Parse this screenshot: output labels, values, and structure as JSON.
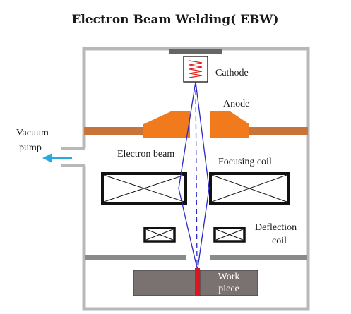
{
  "title": "Electron Beam Welding( EBW)",
  "labels": {
    "cathode": "Cathode",
    "anode": "Anode",
    "vacuum_pump_line1": "Vacuum",
    "vacuum_pump_line2": "pump",
    "electron_beam": "Electron beam",
    "focusing_coil": "Focusing coil",
    "deflection_coil_line1": "Deflection",
    "deflection_coil_line2": "coil",
    "work_piece_line1": "Work",
    "work_piece_line2": "piece"
  },
  "colors": {
    "chamber_wall": "#b8b8b8",
    "anode": "#f07a1c",
    "anode_plate": "#c8733a",
    "beam": "#2a2ac8",
    "cathode_coil": "#e02020",
    "pump_arrow": "#2aa8e0",
    "work_piece": "#7a7270",
    "weld_pool": "#e0141e",
    "dark_bar": "#666666",
    "coil_outline": "#111111"
  }
}
